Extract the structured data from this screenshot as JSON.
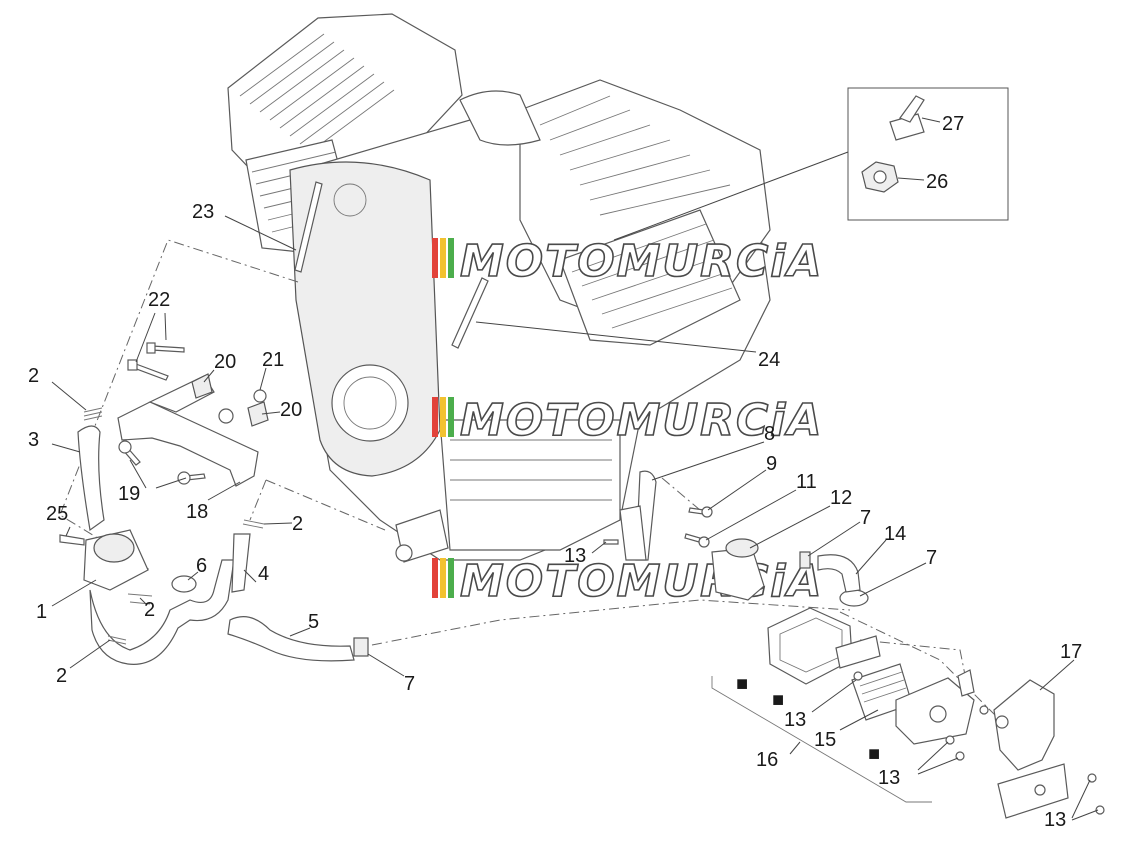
{
  "watermark": {
    "text": "MOTOMURCiA",
    "stripe_colors": [
      "#e2423a",
      "#f2c230",
      "#4cae4c",
      "#ffffff"
    ]
  },
  "callouts": {
    "c1": "1",
    "c2a": "2",
    "c2b": "2",
    "c2c": "2",
    "c2d": "2",
    "c3": "3",
    "c4": "4",
    "c5": "5",
    "c6": "6",
    "c7a": "7",
    "c7b": "7",
    "c7c": "7",
    "c8": "8",
    "c9": "9",
    "c11": "11",
    "c12": "12",
    "c13a": "13",
    "c13b": "13",
    "c13c": "13",
    "c13d": "13",
    "c14": "14",
    "c15": "15",
    "c16": "16",
    "c17": "17",
    "c18": "18",
    "c19": "19",
    "c20a": "20",
    "c20b": "20",
    "c21": "21",
    "c22": "22",
    "c23": "23",
    "c24": "24",
    "c25": "25",
    "c26": "26",
    "c27": "27"
  },
  "markers": {
    "square": "■"
  }
}
